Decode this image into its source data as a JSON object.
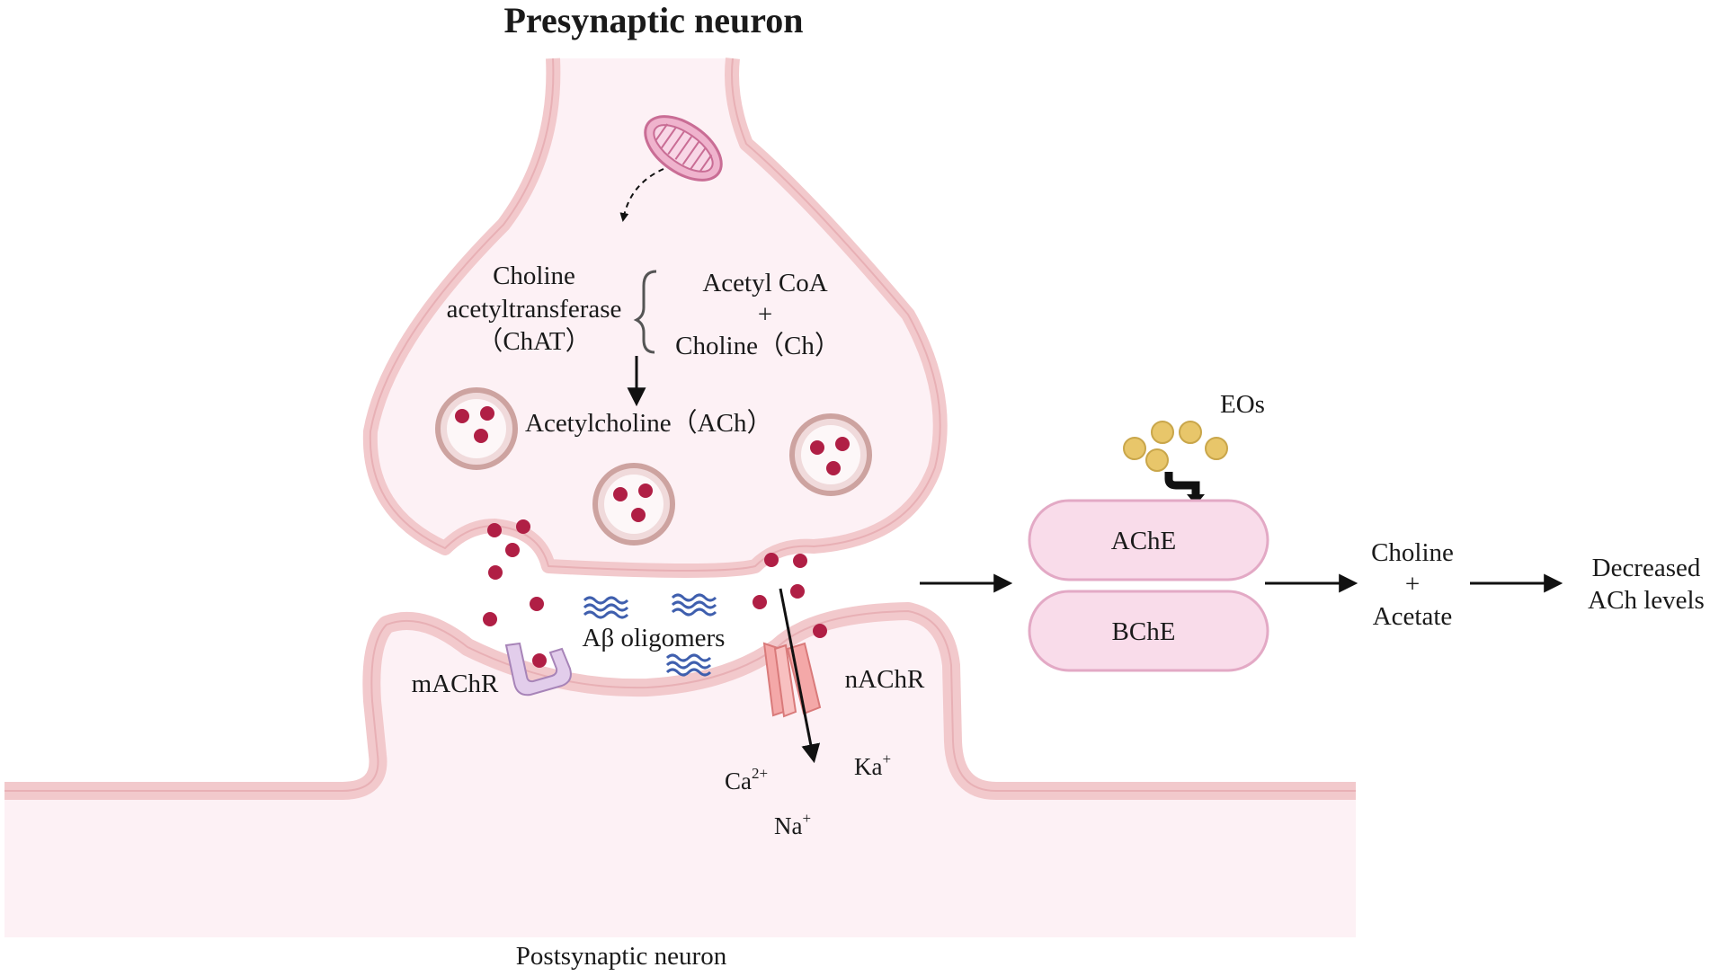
{
  "labels": {
    "presynaptic": "Presynaptic neuron",
    "postsynaptic": "Postsynaptic neuron",
    "chat_line1": "Choline",
    "chat_line2": "acetyltransferase",
    "chat_line3": "（ChAT）",
    "substrate_line1": "Acetyl CoA",
    "substrate_plus": "+",
    "substrate_line3": "Choline（Ch）",
    "ach": "Acetylcholine（ACh）",
    "ab": "Aβ oligomers",
    "machr": "mAChR",
    "nachr": "nAChR",
    "ca": "Ca",
    "ca_sup": "2+",
    "ka": "Ka",
    "ka_sup": "+",
    "na": "Na",
    "na_sup": "+",
    "eos": "EOs",
    "ache": "AChE",
    "bche": "BChE",
    "product_line1": "Choline",
    "product_plus": "+",
    "product_line3": "Acetate",
    "result_line1": "Decreased",
    "result_line2": "ACh levels"
  },
  "colors": {
    "cell_fill": "#fdf1f5",
    "membrane": "#f2c9cc",
    "membrane_line": "#e8b0b5",
    "ach_dot": "#b01f45",
    "vesicle_ring": "#cda3a0",
    "enzyme_fill": "#f9dcea",
    "enzyme_stroke": "#e3a9c5",
    "eo_dot": "#e8c66a",
    "receptor_m": "#e2cdeb",
    "receptor_n": "#f4a8a8",
    "oligomer": "#3f5fae",
    "arrow": "#111111"
  },
  "icons": [
    "mitochondrion-icon",
    "ab-oligomer-icon",
    "machr-receptor-icon",
    "nachr-channel-icon",
    "eo-molecule-icon"
  ]
}
